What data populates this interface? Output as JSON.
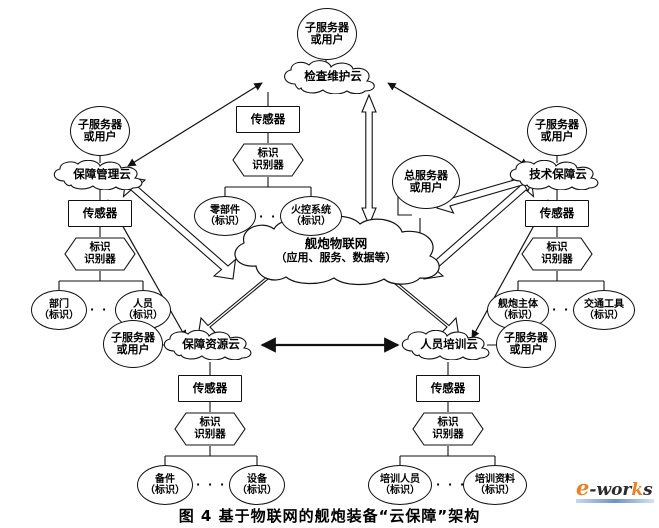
{
  "figure": {
    "caption": "图 4   基于物联网的舰炮装备“云保障”架构",
    "watermark": {
      "e": "e",
      "dash": "-",
      "wor": "wor",
      "k": "k",
      "s": "s"
    },
    "dots": "· · ·"
  },
  "center": {
    "iot_cloud_line1": "舰炮物联网",
    "iot_cloud_line2": "（应用、服务、数据等）"
  },
  "branches": [
    {
      "id": "inspection-maintenance",
      "cloud": "检查维护云",
      "server_line1": "子服务器",
      "server_line2": "或用户",
      "sensor": "传感器",
      "reader_line1": "标识",
      "reader_line2": "识别器",
      "leaves": [
        {
          "line1": "零部件",
          "line2": "（标识）"
        },
        {
          "line1": "火控系统",
          "line2": "（标识）"
        }
      ]
    },
    {
      "id": "support-management",
      "cloud": "保障管理云",
      "server_line1": "子服务器",
      "server_line2": "或用户",
      "sensor": "传感器",
      "reader_line1": "标识",
      "reader_line2": "识别器",
      "leaves": [
        {
          "line1": "部门",
          "line2": "（标识）"
        },
        {
          "line1": "人员",
          "line2": "（标识）"
        }
      ]
    },
    {
      "id": "technical-support",
      "cloud": "技术保障云",
      "server_line1": "子服务器",
      "server_line2": "或用户",
      "sensor": "传感器",
      "reader_line1": "标识",
      "reader_line2": "识别器",
      "leaves": [
        {
          "line1": "舰炮主体",
          "line2": "（标识）"
        },
        {
          "line1": "交通工具",
          "line2": "（标识）"
        }
      ]
    },
    {
      "id": "support-resource",
      "cloud": "保障资源云",
      "server_line1": "子服务器",
      "server_line2": "或用户",
      "sensor": "传感器",
      "reader_line1": "标识",
      "reader_line2": "识别器",
      "leaves": [
        {
          "line1": "备件",
          "line2": "（标识）"
        },
        {
          "line1": "设备",
          "line2": "（标识）"
        }
      ]
    },
    {
      "id": "personnel-training",
      "cloud": "人员培训云",
      "server_line1": "子服务器",
      "server_line2": "或用户",
      "sensor": "传感器",
      "reader_line1": "标识",
      "reader_line2": "识别器",
      "leaves": [
        {
          "line1": "培训人员",
          "line2": "（标识）"
        },
        {
          "line1": "培训资料",
          "line2": "（标识）"
        }
      ]
    }
  ],
  "main_server": {
    "line1": "总服务器",
    "line2": "或用户"
  },
  "colors": {
    "stroke": "#111111",
    "fill": "#ffffff",
    "accent": "#e8822a"
  }
}
